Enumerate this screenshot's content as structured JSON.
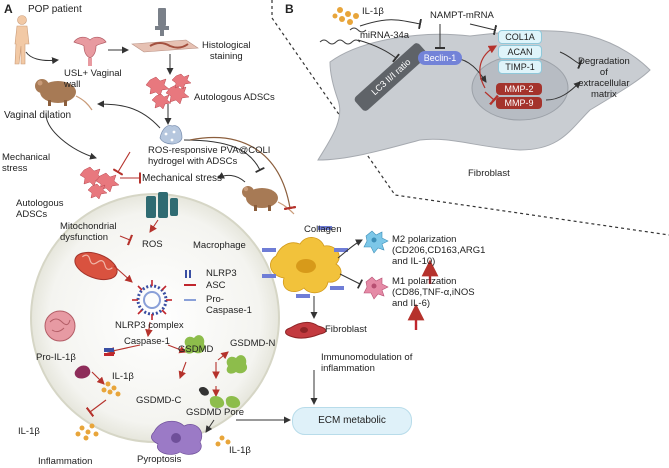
{
  "panels": {
    "a": "A",
    "b": "B"
  },
  "panel_a": {
    "pop_patient": "POP patient",
    "usl_vaginal_wall": "USL+ Vaginal\nwall",
    "histological_staining": "Histological\nstaining",
    "autologous_adscs_top": "Autologous ADSCs",
    "vaginal_dilation": "Vaginal dilation",
    "hydrogel": "ROS-responsive PVA@COLI\nhydrogel with ADSCs",
    "mechanical_stress_left": "Mechanical\nstress",
    "mechanical_stress_mid": "Mechanical stress",
    "autologous_adscs_left": "Autologous\nADSCs",
    "mitochondrial_dysfunction": "Mitochondrial\ndysfunction",
    "ros": "ROS",
    "macrophage": "Macrophage",
    "nlrp3": "NLRP3",
    "asc": "ASC",
    "pro_caspase": "Pro-\nCaspase-1",
    "nlrp3_complex": "NLRP3 complex",
    "caspase1": "Caspase-1",
    "gsdmd": "GSDMD",
    "gsdmd_n": "GSDMD-N",
    "pro_il1b": "Pro-IL-1β",
    "il1b_inner": "IL-1β",
    "gsdmd_c": "GSDMD-C",
    "gsdmd_pore": "GSDMD Pore",
    "il1b_left": "IL-1β",
    "il1b_bottom": "IL-1β",
    "inflammation": "Inflammation",
    "pyroptosis": "Pyroptosis",
    "collagen": "Collagen",
    "m2_polarization": "M2 polarization\n(CD206,CD163,ARG1\nand IL-10)",
    "m1_polarization": "M1 polarization\n(CD86,TNF-α,iNOS\nand IL-6)",
    "fibroblast_mid": "Fibroblast",
    "immunomodulation": "Immunomodulation of\ninflammation",
    "ecm_metabolic": "ECM metabolic"
  },
  "panel_b": {
    "il1b": "IL-1β",
    "nampt_mrna": "NAMPT-mRNA",
    "mir34a": "miRNA-34a",
    "lc3_ratio": "LC3 II/I ratio",
    "beclin1": "Beclin-1",
    "col1a": "COL1A",
    "acan": "ACAN",
    "timp1": "TIMP-1",
    "mmp2": "MMP-2",
    "mmp9": "MMP-9",
    "degradation": "Degradation\nof\nextracellular\nmatrix",
    "fibroblast": "Fibroblast"
  },
  "colors": {
    "inhibit_red": "#b5322c",
    "arrow_dark": "#333333",
    "cell_fill": "#c9cdd2",
    "lc3_box": "#5f6368",
    "beclin_box": "#7383d8",
    "col_box": "#dff4fa",
    "mmp_box": "#a4332c",
    "ecm_box": "#dff1f9",
    "up_arrow": "#c0262d"
  },
  "icons": [
    "human-figure-icon",
    "uterus-icon",
    "microscope-icon",
    "rat-icon",
    "adsc-cell-icon",
    "hydrogel-icon",
    "receptor-icon",
    "mitochondria-icon",
    "nlrp3-complex-icon",
    "nucleus-icon",
    "dendritic-macrophage-icon",
    "fibroblast-icon",
    "pyroptotic-cell-icon"
  ]
}
